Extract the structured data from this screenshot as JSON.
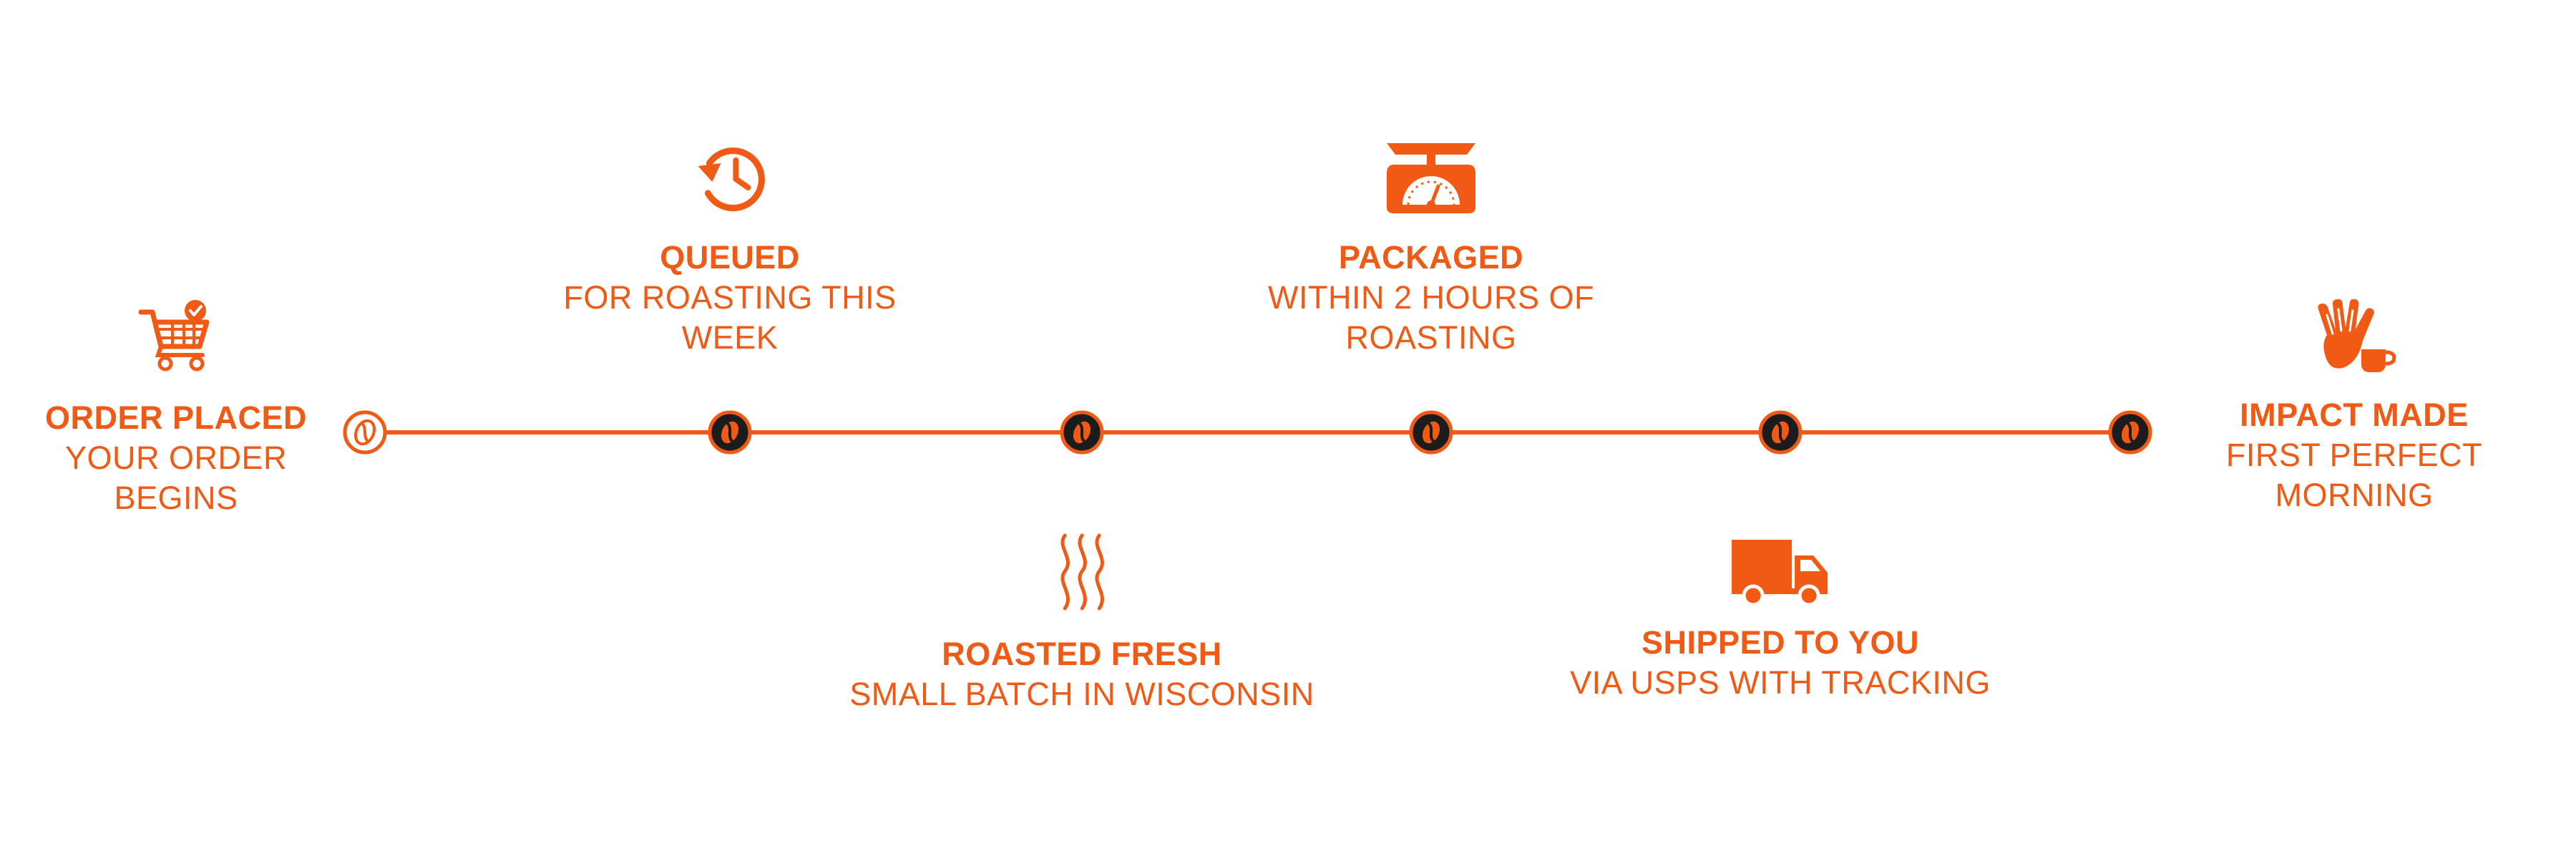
{
  "colors": {
    "accent": "#f05a14",
    "node_dark": "#1c1c1c",
    "background": "#ffffff"
  },
  "steps": [
    {
      "title": "ORDER PLACED",
      "subtitle_lines": [
        "YOUR ORDER",
        "BEGINS"
      ],
      "icon": "shopping-cart-check-icon"
    },
    {
      "title": "QUEUED",
      "subtitle_lines": [
        "FOR ROASTING THIS",
        "WEEK"
      ],
      "icon": "history-clock-icon"
    },
    {
      "title": "ROASTED FRESH",
      "subtitle_lines": [
        "SMALL BATCH IN WISCONSIN"
      ],
      "icon": "steam-heat-icon"
    },
    {
      "title": "PACKAGED",
      "subtitle_lines": [
        "WITHIN 2 HOURS OF",
        "ROASTING"
      ],
      "icon": "weighing-scale-icon"
    },
    {
      "title": "SHIPPED TO YOU",
      "subtitle_lines": [
        "VIA USPS WITH TRACKING"
      ],
      "icon": "delivery-truck-icon"
    },
    {
      "title": "IMPACT MADE",
      "subtitle_lines": [
        "FIRST PERFECT",
        "MORNING"
      ],
      "icon": "hand-with-mug-icon"
    }
  ],
  "nodes": [
    {
      "style": "outline",
      "icon": "coffee-bean-icon"
    },
    {
      "style": "filled",
      "icon": "coffee-bean-icon"
    },
    {
      "style": "filled",
      "icon": "coffee-bean-icon"
    },
    {
      "style": "filled",
      "icon": "coffee-bean-icon"
    },
    {
      "style": "filled",
      "icon": "coffee-bean-icon"
    },
    {
      "style": "filled",
      "icon": "coffee-bean-icon"
    }
  ]
}
